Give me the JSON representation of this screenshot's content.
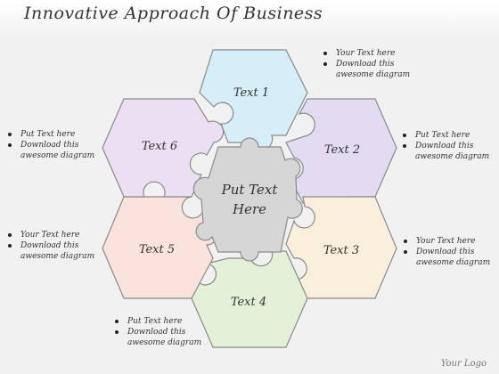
{
  "title": "Innovative Approach Of Business",
  "center": {
    "line1": "Put Text",
    "line2": "Here"
  },
  "segments": [
    {
      "label": "Text 1",
      "color": "#d5eef7"
    },
    {
      "label": "Text 2",
      "color": "#e3dbf2"
    },
    {
      "label": "Text 3",
      "color": "#faeedd"
    },
    {
      "label": "Text 4",
      "color": "#e3f1d9"
    },
    {
      "label": "Text 5",
      "color": "#f9e3dc"
    },
    {
      "label": "Text 6",
      "color": "#ecdff4"
    }
  ],
  "center_color": "#d6d6d6",
  "notes": {
    "top_right": [
      "Your Text here",
      "Download this",
      "awesome diagram"
    ],
    "right_upper_heading": "Put Text here",
    "right_upper": [
      "Download this",
      "awesome diagram"
    ],
    "right_lower": [
      "Your Text here",
      "Download this",
      "awesome diagram"
    ],
    "left_upper": [
      "Put Text here",
      "Download this",
      "awesome diagram"
    ],
    "left_lower": [
      "Your Text here",
      "Download this",
      "awesome diagram"
    ],
    "bottom": [
      "Put Text here",
      "Download this",
      "awesome diagram"
    ]
  },
  "footer": "Your Logo"
}
